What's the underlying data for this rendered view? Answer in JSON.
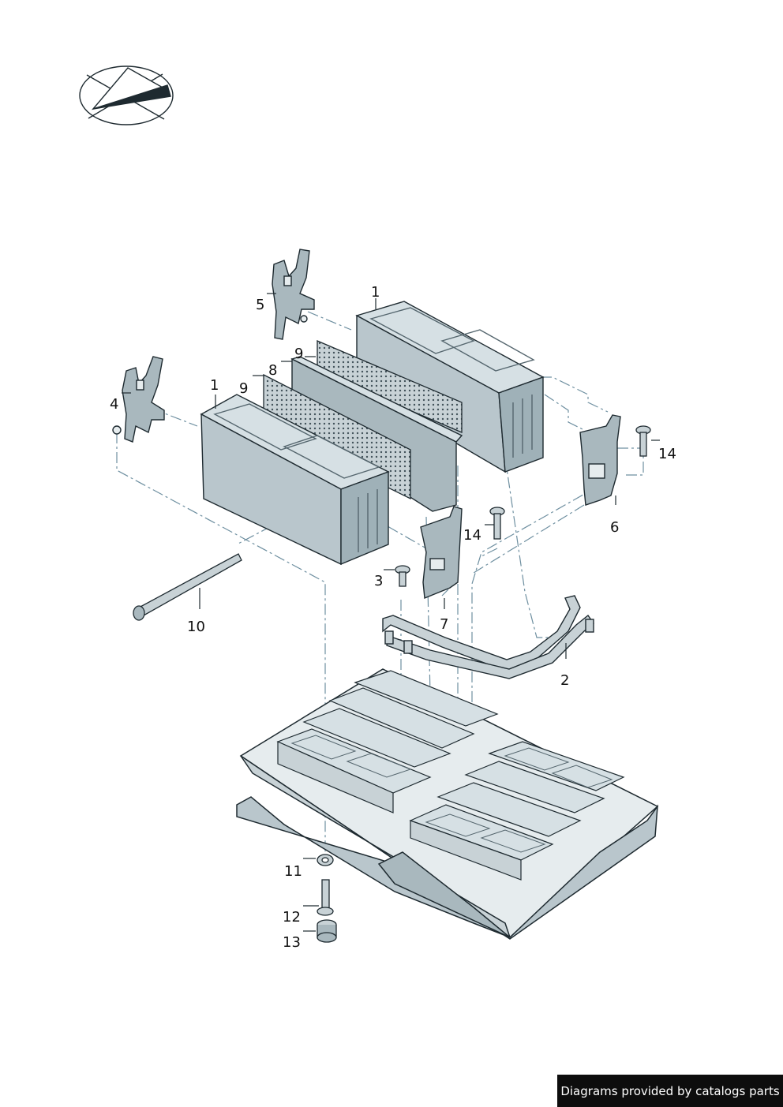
{
  "callouts": {
    "c1a": "1",
    "c1b": "1",
    "c2": "2",
    "c3": "3",
    "c4": "4",
    "c5": "5",
    "c6": "6",
    "c7": "7",
    "c8": "8",
    "c9a": "9",
    "c9b": "9",
    "c10": "10",
    "c11": "11",
    "c12": "12",
    "c13": "13",
    "c14a": "14",
    "c14b": "14"
  },
  "footer": {
    "credit": "Diagrams provided by catalogs parts"
  },
  "colors": {
    "module_face": "#b9c6cc",
    "module_top": "#d6e0e4",
    "module_side": "#9fb1b8",
    "line": "#1e2a30",
    "leader": "#6e8fa0",
    "footer_bg": "#0d0d0d"
  },
  "icons": {
    "orientation": "orientation-compass-icon"
  }
}
